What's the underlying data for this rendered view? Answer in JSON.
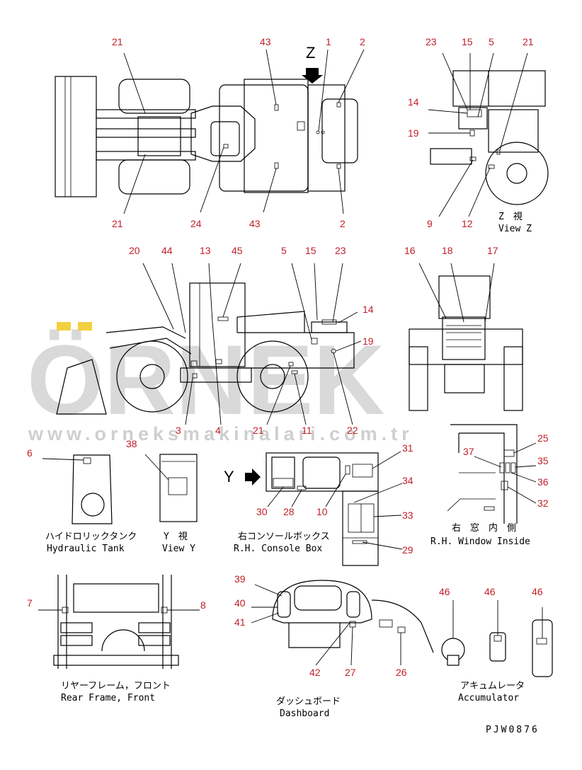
{
  "views": {
    "top_view_labels": [
      "21",
      "43",
      "1",
      "2",
      "21",
      "24",
      "43",
      "2"
    ],
    "view_z": {
      "labels": [
        "23",
        "15",
        "5",
        "21",
        "14",
        "19",
        "9",
        "12"
      ],
      "caption_jp": "Z　視",
      "caption_en": "View Z",
      "arrow_label": "Z"
    },
    "side_view_labels": [
      "20",
      "44",
      "13",
      "45",
      "5",
      "15",
      "23",
      "14",
      "19",
      "3",
      "4",
      "21",
      "11",
      "22"
    ],
    "rear_view_labels": [
      "16",
      "18",
      "17"
    ],
    "hydraulic_tank": {
      "labels": [
        "6"
      ],
      "caption_jp": "ハイドロリックタンク",
      "caption_en": "Hydraulic Tank"
    },
    "view_y": {
      "labels": [
        "38"
      ],
      "caption_jp": "Y　視",
      "caption_en": "View Y",
      "arrow_label": "Y"
    },
    "console_box": {
      "labels": [
        "31",
        "34",
        "33",
        "29",
        "30",
        "28",
        "10"
      ],
      "caption_jp": "右コンソールボックス",
      "caption_en": "R.H. Console Box"
    },
    "window_inside": {
      "labels": [
        "25",
        "37",
        "35",
        "36",
        "32"
      ],
      "caption_jp": "右　窓　内　側",
      "caption_en": "R.H. Window Inside"
    },
    "rear_frame": {
      "labels": [
        "7",
        "8"
      ],
      "caption_jp": "リヤーフレーム，フロント",
      "caption_en": "Rear Frame, Front"
    },
    "dashboard": {
      "labels": [
        "39",
        "40",
        "41",
        "42",
        "27",
        "26"
      ],
      "caption_jp": "ダッシュボード",
      "caption_en": "Dashboard"
    },
    "accumulator": {
      "labels": [
        "46",
        "46",
        "46"
      ],
      "caption_jp": "アキュムレータ",
      "caption_en": "Accumulator"
    }
  },
  "drawing_id": "PJW0876",
  "watermark": {
    "main": "ÖRNEK",
    "url": "www.orneksmakinalari.com.tr"
  },
  "colors": {
    "label": "#c0202a",
    "line": "#000000",
    "watermark": "#d9d9d9",
    "dots": "#f2d040"
  }
}
